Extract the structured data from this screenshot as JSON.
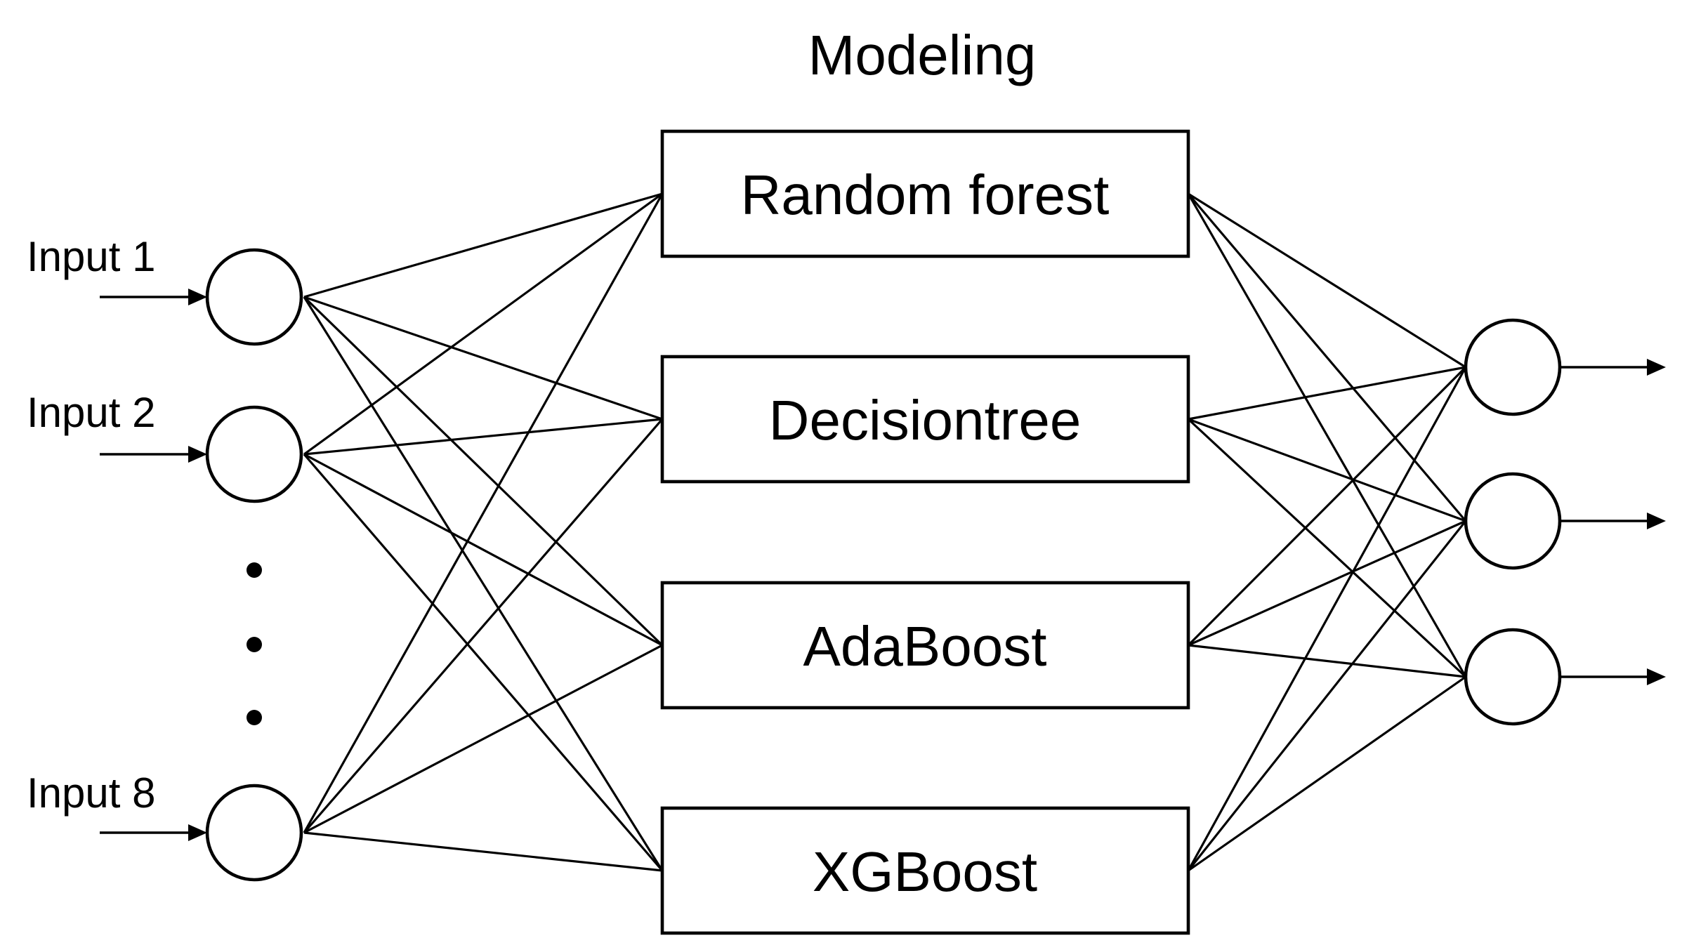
{
  "title": "Modeling",
  "inputs": [
    {
      "label": "Input 1"
    },
    {
      "label": "Input 2"
    },
    {
      "label": "Input 8"
    }
  ],
  "models": [
    {
      "label": "Random forest"
    },
    {
      "label": "Decisiontree"
    },
    {
      "label": "AdaBoost"
    },
    {
      "label": "XGBoost"
    }
  ],
  "outputs": [
    {
      "id": "output-1"
    },
    {
      "id": "output-2"
    },
    {
      "id": "output-3"
    }
  ],
  "ellipsis_dots": 3,
  "colors": {
    "stroke": "#000000",
    "background": "#ffffff"
  }
}
